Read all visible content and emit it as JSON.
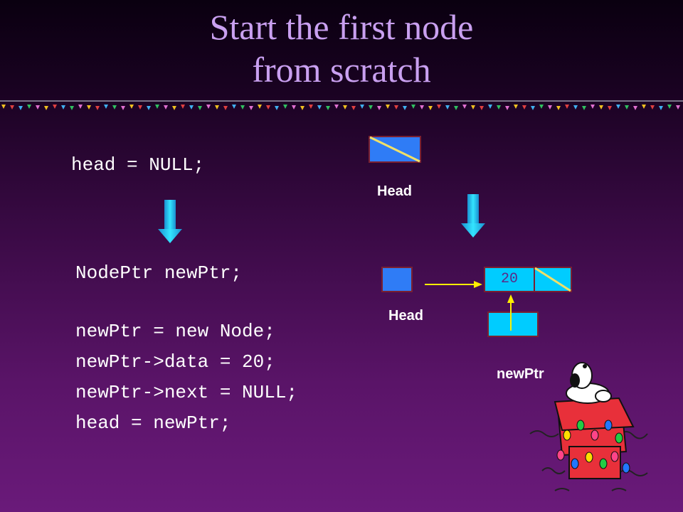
{
  "title": {
    "line1": "Start the first node",
    "line2": "from scratch"
  },
  "code": {
    "line_head_null": "head = NULL;",
    "line_decl": "NodePtr newPtr;",
    "line_new": "newPtr = new Node;",
    "line_data": "newPtr->data = 20;",
    "line_next": "newPtr->next = NULL;",
    "line_assign": "head = newPtr;"
  },
  "diagram": {
    "head_label_top": "Head",
    "head_label_bottom": "Head",
    "node_value": "20",
    "newptr_label": "newPtr"
  },
  "colors": {
    "title": "#c9a0f0",
    "pointer_box": "#2f7cf6",
    "node_box": "#00ccff",
    "arrow_down": "#33e5ff",
    "pointer_arrow": "#ffee00",
    "null_slash": "#f0e068"
  }
}
